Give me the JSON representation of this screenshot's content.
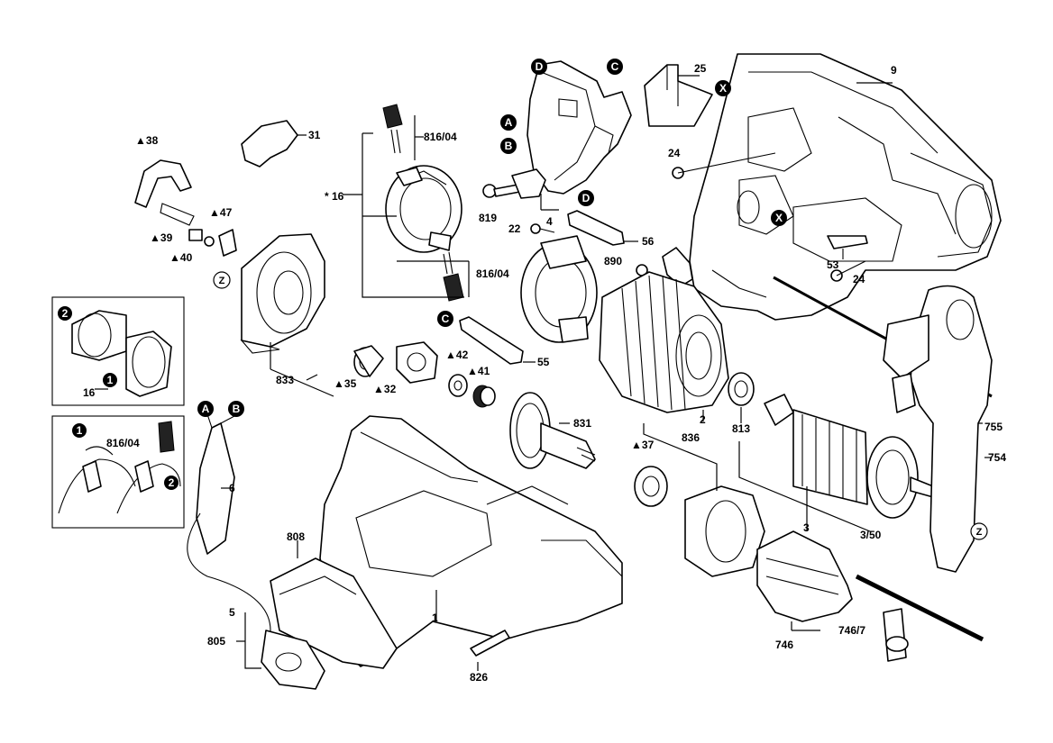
{
  "part_labels": {
    "p1": "1",
    "p2": "2",
    "p3": "3",
    "p350": "3/50",
    "p4": "4",
    "p5": "5",
    "p6": "6",
    "p9": "9",
    "p16": "16",
    "p16b": "16",
    "p22": "22",
    "p24a": "24",
    "p24b": "24",
    "p25": "25",
    "p31": "31",
    "p53": "53",
    "p55": "55",
    "p56": "56",
    "p754": "754",
    "p755": "755",
    "p746": "746",
    "p7467": "746/7",
    "p805": "805",
    "p808": "808",
    "p813": "813",
    "p816a": "816/04",
    "p816b": "816/04",
    "p816c": "816/04",
    "p819": "819",
    "p826": "826",
    "p831": "831",
    "p833": "833",
    "p836": "836",
    "p890": "890",
    "t32": "32",
    "t35": "35",
    "t37": "37",
    "t38": "38",
    "t39": "39",
    "t40": "40",
    "t41": "41",
    "t42": "42",
    "t47": "47"
  },
  "triangle_glyph": "▲",
  "asterisk_glyph": "*",
  "markers": {
    "A": "A",
    "B": "B",
    "C": "C",
    "D": "D",
    "X": "X",
    "Z": "Z",
    "n1": "1",
    "n2": "2"
  },
  "colors": {
    "ink": "#000000",
    "paper": "#ffffff",
    "marker": "#000000"
  }
}
